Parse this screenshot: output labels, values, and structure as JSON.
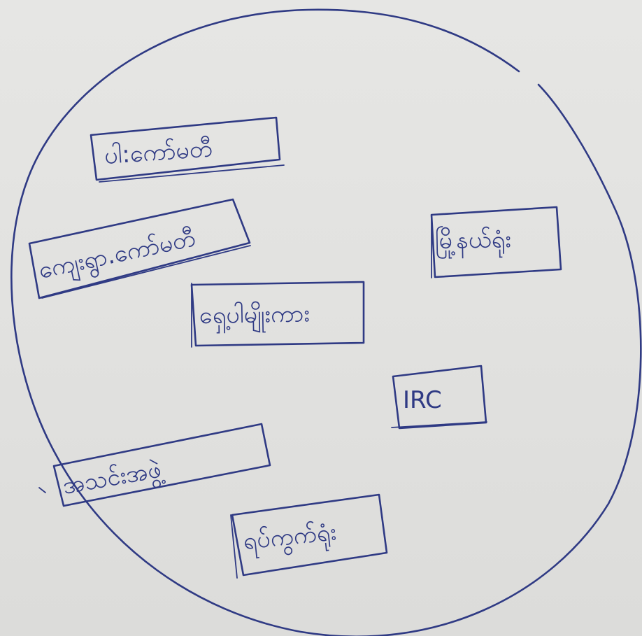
{
  "diagram": {
    "labels": [
      {
        "id": "top-left",
        "text": "ပါ:ကော်မတီ"
      },
      {
        "id": "left-middle",
        "text": "ကျေးရွာ.ကော်မတီ"
      },
      {
        "id": "center",
        "text": "ရှေ့ပါမျိုးကား"
      },
      {
        "id": "right",
        "text": "မြို့နယ်ရုံး"
      },
      {
        "id": "irc",
        "text": "IRC"
      },
      {
        "id": "bottom-left",
        "text": "အသင်းအဖွဲ့"
      },
      {
        "id": "bottom",
        "text": "ရပ်ကွက်ရုံး"
      }
    ]
  }
}
